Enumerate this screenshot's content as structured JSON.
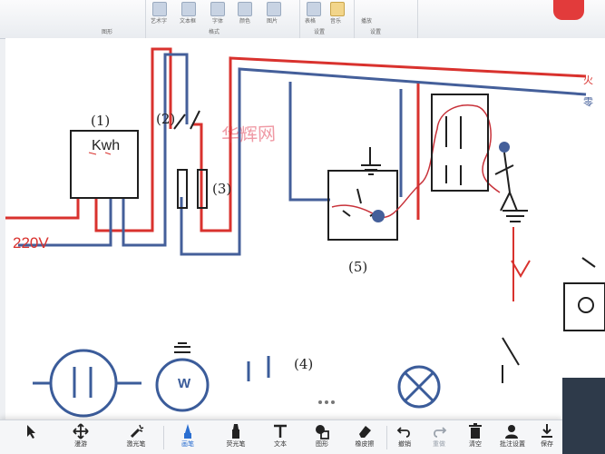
{
  "ribbon": {
    "groups": [
      "图形",
      "格式",
      "设置",
      "设置"
    ],
    "items": [
      "艺术字",
      "文本框",
      "字体",
      "颜色",
      "图片",
      "表格",
      "音乐",
      "播放"
    ]
  },
  "diagram": {
    "labels": {
      "meter_number": "(1)",
      "meter_text": "Kwh",
      "switch_number": "(2)",
      "fuse_number": "(3)",
      "outlet_number": "(4)",
      "socket_number": "(5)",
      "voltage": "220V",
      "live_wire": "火",
      "neutral_wire": "零",
      "bulb_letter": "W"
    },
    "watermark": "华辉网",
    "colors": {
      "live": "#d9322e",
      "neutral": "#445f9a",
      "line": "#1f1f1f",
      "annotation": "#c8323a"
    }
  },
  "toolbar": {
    "tools": [
      {
        "id": "select",
        "label": "",
        "icon": "pointer-icon"
      },
      {
        "id": "move",
        "label": "漫游",
        "icon": "move-arrows-icon"
      },
      {
        "id": "laser",
        "label": "激光笔",
        "icon": "laser-pointer-icon"
      },
      {
        "id": "pen",
        "label": "画笔",
        "icon": "pen-icon",
        "active": true
      },
      {
        "id": "highlighter",
        "label": "荧光笔",
        "icon": "highlighter-icon"
      },
      {
        "id": "text",
        "label": "文本",
        "icon": "text-t-icon"
      },
      {
        "id": "shape",
        "label": "图形",
        "icon": "shape-icon"
      },
      {
        "id": "eraser",
        "label": "橡皮擦",
        "icon": "eraser-icon"
      },
      {
        "id": "undo",
        "label": "撤销",
        "icon": "undo-icon"
      },
      {
        "id": "redo",
        "label": "重做",
        "icon": "redo-icon"
      },
      {
        "id": "clear",
        "label": "清空",
        "icon": "trash-icon"
      },
      {
        "id": "settings",
        "label": "批注设置",
        "icon": "annotation-settings-icon"
      },
      {
        "id": "save",
        "label": "保存",
        "icon": "save-download-icon"
      }
    ]
  }
}
